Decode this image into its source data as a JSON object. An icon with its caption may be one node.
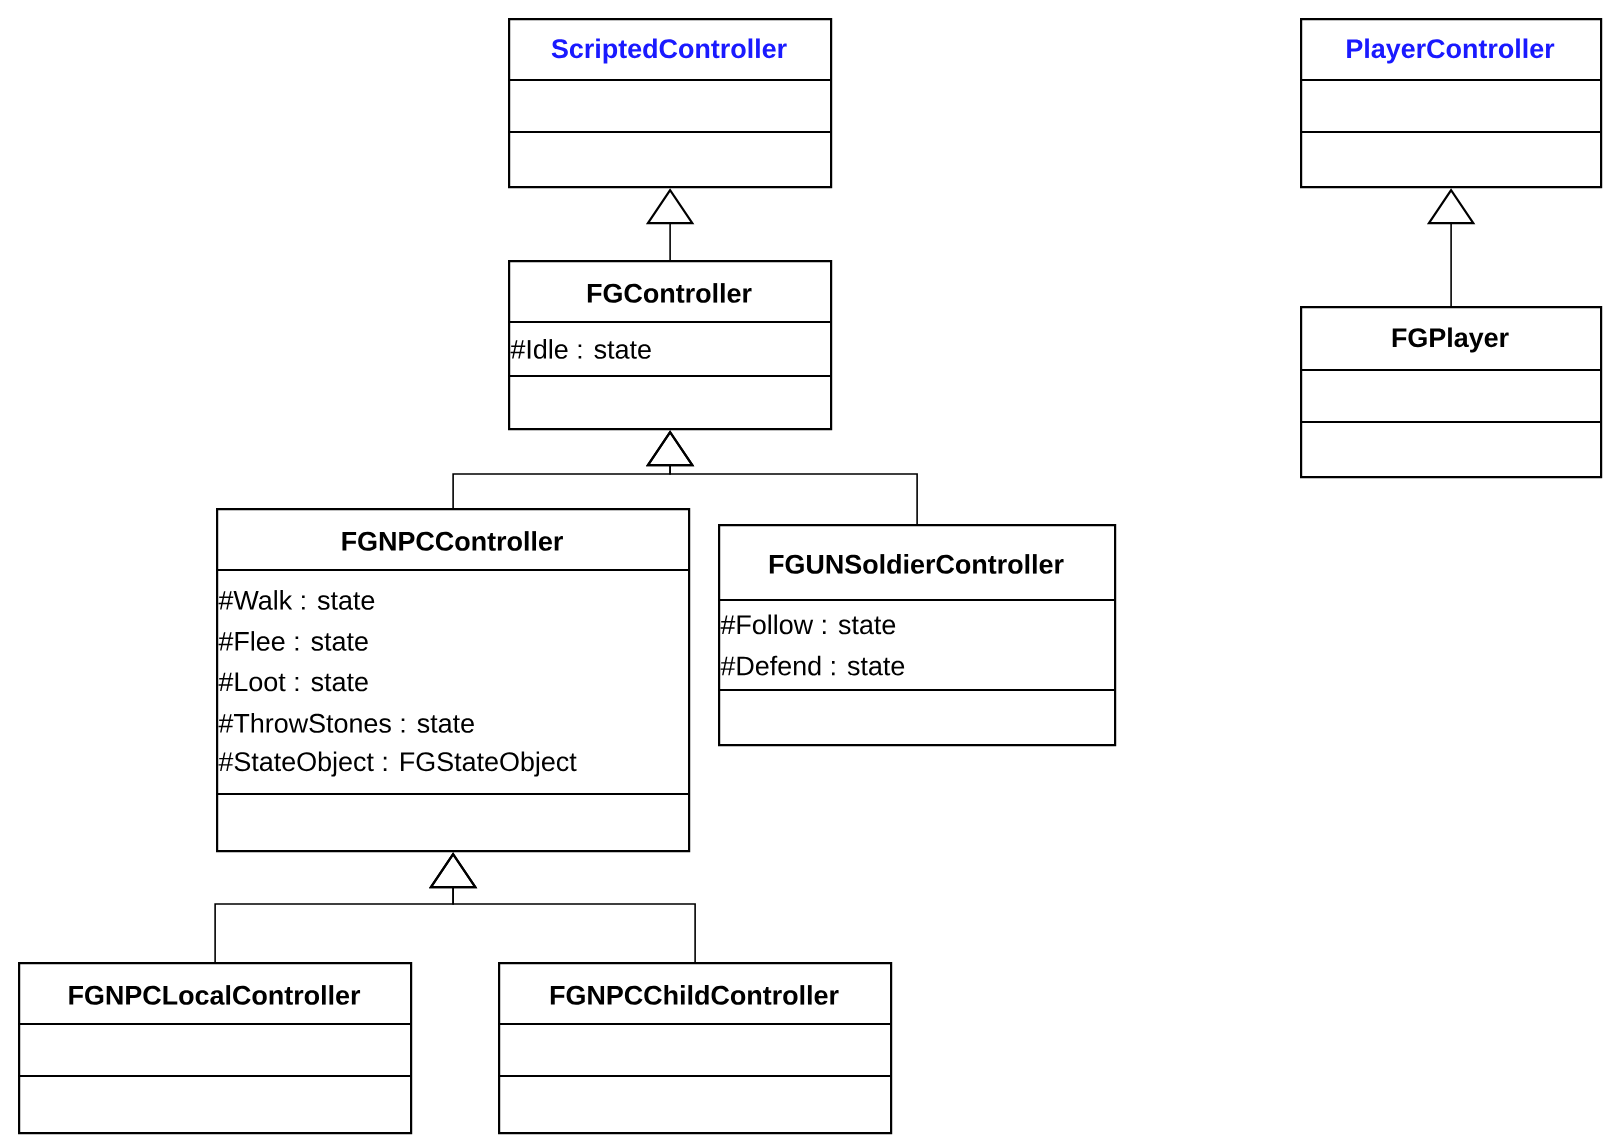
{
  "diagram": {
    "nodes": [
      {
        "text": [
          "ScriptedController"
        ]
      },
      {
        "text": [
          "FGController",
          "#Idle : state"
        ]
      },
      {
        "text": [
          "FGNPCController",
          "#Walk : state",
          "#Flee : state",
          "#Loot : state",
          "#ThrowStones : state",
          "#StateObject : FGStateObject"
        ]
      },
      {
        "text": [
          "FGUNSoldierController",
          "#Follow : state",
          "#Defend : state"
        ]
      },
      {
        "text": [
          "FGNPCLocalController"
        ]
      },
      {
        "text": [
          "FGNPCChildController"
        ]
      },
      {
        "text": [
          "PlayerController"
        ]
      },
      {
        "text": [
          "FGPlayer"
        ]
      }
    ],
    "edges": [
      {
        "from": 1,
        "to": 0,
        "arrow": "to"
      },
      {
        "from": 2,
        "to": 1,
        "arrow": "to"
      },
      {
        "from": 3,
        "to": 1,
        "arrow": "to"
      },
      {
        "from": 4,
        "to": 2,
        "arrow": "to"
      },
      {
        "from": 5,
        "to": 2,
        "arrow": "to"
      },
      {
        "from": 7,
        "to": 6,
        "arrow": "to"
      }
    ]
  }
}
